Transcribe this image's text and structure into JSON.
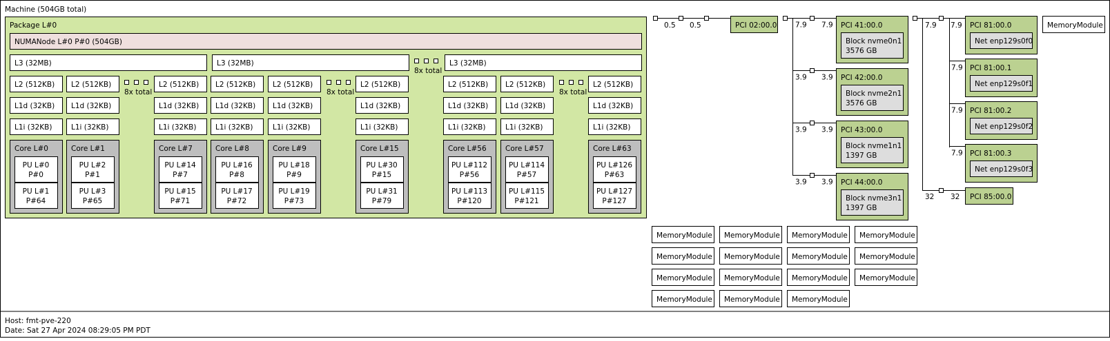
{
  "machine": {
    "title": "Machine (504GB total)"
  },
  "package": {
    "title": "Package L#0"
  },
  "numa": {
    "label": "NUMANode L#0 P#0 (504GB)"
  },
  "l3": [
    "L3 (32MB)",
    "L3 (32MB)",
    "L3 (32MB)"
  ],
  "total_8x": "8x total",
  "cores": [
    {
      "name": "Core L#0",
      "l2": "L2 (512KB)",
      "l1d": "L1d (32KB)",
      "l1i": "L1i (32KB)",
      "pu1": [
        "PU L#0",
        "P#0"
      ],
      "pu2": [
        "PU L#1",
        "P#64"
      ]
    },
    {
      "name": "Core L#1",
      "l2": "L2 (512KB)",
      "l1d": "L1d (32KB)",
      "l1i": "L1i (32KB)",
      "pu1": [
        "PU L#2",
        "P#1"
      ],
      "pu2": [
        "PU L#3",
        "P#65"
      ]
    },
    {
      "name": "Core L#7",
      "l2": "L2 (512KB)",
      "l1d": "L1d (32KB)",
      "l1i": "L1i (32KB)",
      "pu1": [
        "PU L#14",
        "P#7"
      ],
      "pu2": [
        "PU L#15",
        "P#71"
      ]
    },
    {
      "name": "Core L#8",
      "l2": "L2 (512KB)",
      "l1d": "L1d (32KB)",
      "l1i": "L1i (32KB)",
      "pu1": [
        "PU L#16",
        "P#8"
      ],
      "pu2": [
        "PU L#17",
        "P#72"
      ]
    },
    {
      "name": "Core L#9",
      "l2": "L2 (512KB)",
      "l1d": "L1d (32KB)",
      "l1i": "L1i (32KB)",
      "pu1": [
        "PU L#18",
        "P#9"
      ],
      "pu2": [
        "PU L#19",
        "P#73"
      ]
    },
    {
      "name": "Core L#15",
      "l2": "L2 (512KB)",
      "l1d": "L1d (32KB)",
      "l1i": "L1i (32KB)",
      "pu1": [
        "PU L#30",
        "P#15"
      ],
      "pu2": [
        "PU L#31",
        "P#79"
      ]
    },
    {
      "name": "Core L#56",
      "l2": "L2 (512KB)",
      "l1d": "L1d (32KB)",
      "l1i": "L1i (32KB)",
      "pu1": [
        "PU L#112",
        "P#56"
      ],
      "pu2": [
        "PU L#113",
        "P#120"
      ]
    },
    {
      "name": "Core L#57",
      "l2": "L2 (512KB)",
      "l1d": "L1d (32KB)",
      "l1i": "L1i (32KB)",
      "pu1": [
        "PU L#114",
        "P#57"
      ],
      "pu2": [
        "PU L#115",
        "P#121"
      ]
    },
    {
      "name": "Core L#63",
      "l2": "L2 (512KB)",
      "l1d": "L1d (32KB)",
      "l1i": "L1i (32KB)",
      "pu1": [
        "PU L#126",
        "P#63"
      ],
      "pu2": [
        "PU L#127",
        "P#127"
      ]
    }
  ],
  "pci_small": {
    "label": "PCI 02:00.0",
    "link1": "0.5",
    "link2": "0.5"
  },
  "nvme_bridge": [
    {
      "pci": "PCI 41:00.0",
      "link_in": "7.9",
      "link_out": "7.9",
      "device": [
        "Block nvme0n1",
        "3576 GB"
      ]
    },
    {
      "pci": "PCI 42:00.0",
      "link_in": "3.9",
      "link_out": "3.9",
      "device": [
        "Block nvme2n1",
        "3576 GB"
      ]
    },
    {
      "pci": "PCI 43:00.0",
      "link_in": "3.9",
      "link_out": "3.9",
      "device": [
        "Block nvme1n1",
        "1397 GB"
      ]
    },
    {
      "pci": "PCI 44:00.0",
      "link_in": "3.9",
      "link_out": "3.9",
      "device": [
        "Block nvme3n1",
        "1397 GB"
      ]
    }
  ],
  "net_bridge": {
    "link_in": "7.9",
    "link_out": "7.9",
    "items": [
      {
        "pci": "PCI 81:00.0",
        "link": "7.9",
        "device": "Net enp129s0f0"
      },
      {
        "pci": "PCI 81:00.1",
        "link": "7.9",
        "device": "Net enp129s0f1"
      },
      {
        "pci": "PCI 81:00.2",
        "link": "7.9",
        "device": "Net enp129s0f2"
      },
      {
        "pci": "PCI 81:00.3",
        "link": "7.9",
        "device": "Net enp129s0f3"
      }
    ]
  },
  "pci_85": {
    "label": "PCI 85:00.0",
    "link_in": "32",
    "link_out": "32"
  },
  "memory_module_label": "MemoryModule",
  "memory_module_count": 16,
  "footer": {
    "host": "Host: fmt-pve-220",
    "date": "Date: Sat 27 Apr 2024 08:29:05 PM PDT"
  },
  "colors": {
    "package": "#d2e7a4",
    "numa": "#efdfde",
    "core": "#bebebe",
    "pci": "#bbd191",
    "device": "#dddddd",
    "box": "#ffffff"
  }
}
